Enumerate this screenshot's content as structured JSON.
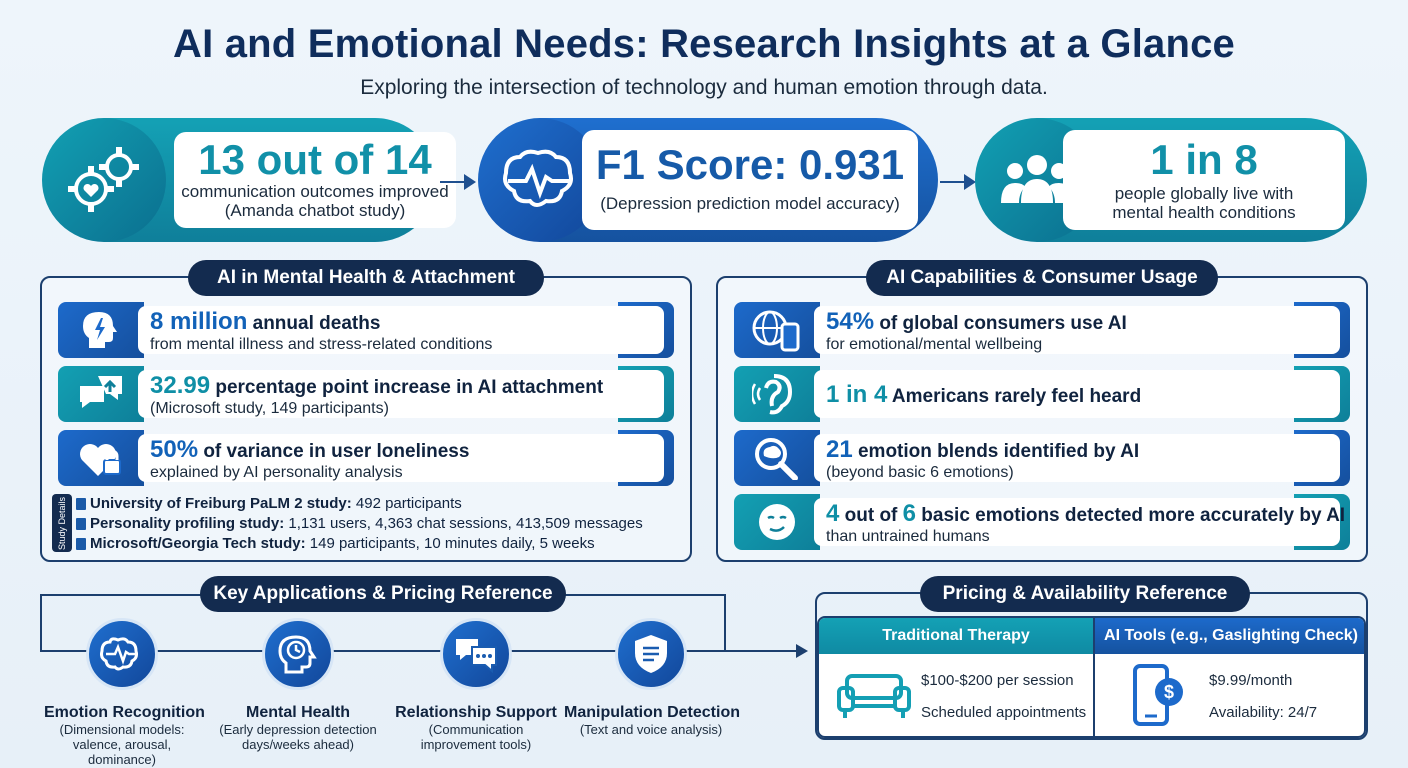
{
  "header": {
    "title": "AI and Emotional Needs: Research Insights at a Glance",
    "subtitle": "Exploring the intersection of technology and human emotion through data."
  },
  "top_stats": [
    {
      "headline": "13 out of 14",
      "line1": "communication outcomes improved",
      "line2": "(Amanda chatbot study)",
      "icon": "gears-heart-icon"
    },
    {
      "headline": "F1 Score: 0.931",
      "line1": "(Depression prediction model accuracy)",
      "icon": "brain-pulse-icon"
    },
    {
      "headline": "1 in 8",
      "line1": "people globally live with",
      "line2": "mental health conditions",
      "icon": "people-group-icon"
    }
  ],
  "mental_health": {
    "title": "AI in Mental Health & Attachment",
    "items": [
      {
        "highlight": "8 million",
        "rest": " annual deaths",
        "sub": "from mental illness and stress-related conditions",
        "icon": "head-lightning-icon"
      },
      {
        "highlight": "32.99",
        "rest": " percentage point increase in AI attachment",
        "sub": "(Microsoft study, 149 participants)",
        "icon": "chat-arrow-icon"
      },
      {
        "highlight": "50%",
        "rest": " of variance in user loneliness",
        "sub": "explained by AI personality analysis",
        "icon": "heart-lock-icon"
      }
    ],
    "studies_tab": "Study Details",
    "studies": [
      {
        "bold": "University of Freiburg PaLM 2 study:",
        "rest": " 492 participants"
      },
      {
        "bold": "Personality profiling study:",
        "rest": " 1,131 users, 4,363 chat sessions, 413,509 messages"
      },
      {
        "bold": "Microsoft/Georgia Tech study:",
        "rest": " 149 participants, 10 minutes daily, 5 weeks"
      }
    ]
  },
  "capabilities": {
    "title": "AI Capabilities & Consumer Usage",
    "items": [
      {
        "highlight": "54%",
        "rest": " of global consumers use AI",
        "sub": "for emotional/mental wellbeing",
        "icon": "globe-phone-icon"
      },
      {
        "highlight": "1 in 4",
        "rest": " Americans rarely feel heard",
        "sub": "",
        "icon": "ear-icon"
      },
      {
        "highlight": "21",
        "rest": " emotion blends identified by AI",
        "sub": "(beyond basic 6 emotions)",
        "icon": "magnifier-brain-icon"
      },
      {
        "highlight": "4",
        "mid1": " out of ",
        "highlight2": "6",
        "rest": " basic emotions detected more accurately by AI",
        "sub": "than untrained humans",
        "icon": "smirk-face-icon"
      }
    ]
  },
  "applications": {
    "title": "Key Applications & Pricing Reference",
    "items": [
      {
        "title": "Emotion Recognition",
        "sub1": "(Dimensional models:",
        "sub2": "valence, arousal, dominance)",
        "icon": "brain-wave-icon"
      },
      {
        "title": "Mental Health",
        "sub1": "(Early depression detection",
        "sub2": "days/weeks ahead)",
        "icon": "head-clock-icon"
      },
      {
        "title": "Relationship Support",
        "sub1": "(Communication",
        "sub2": "improvement tools)",
        "icon": "chat-bubbles-icon"
      },
      {
        "title": "Manipulation Detection",
        "sub1": "(Text and voice analysis)",
        "sub2": "",
        "icon": "shield-doc-icon"
      }
    ]
  },
  "pricing": {
    "title": "Pricing & Availability Reference",
    "traditional": {
      "header": "Traditional Therapy",
      "price": "$100-$200 per session",
      "availability": "Scheduled appointments",
      "icon": "sofa-icon"
    },
    "ai_tools": {
      "header": "AI Tools (e.g., Gaslighting Check)",
      "price": "$9.99/month",
      "availability": "Availability: 24/7",
      "icon": "phone-dollar-icon"
    }
  },
  "colors": {
    "navy": "#132b4f",
    "blue": "#1d6acb",
    "teal": "#13a0b3"
  }
}
